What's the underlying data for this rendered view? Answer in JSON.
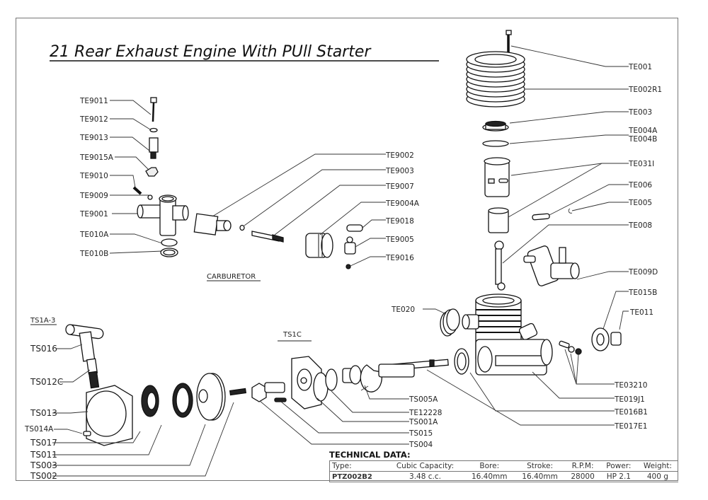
{
  "title": "21 Rear Exhaust Engine With  PUll Starter",
  "sections": {
    "carburetor": "CARBURETOR",
    "starter_a": "TS1A-3",
    "starter_c": "TS1C"
  },
  "labels": {
    "carburetor_parts": [
      "TE9011",
      "TE9012",
      "TE9013",
      "TE9015A",
      "TE9010",
      "TE9009",
      "TE9001",
      "TE010A",
      "TE010B"
    ],
    "carburetor_right": [
      "TE9002",
      "TE9003",
      "TE9007",
      "TE9004A",
      "TE9018",
      "TE9005",
      "TE9016"
    ],
    "engine_right": [
      "TE001",
      "TE002R1",
      "TE003",
      "TE004A",
      "TE004B",
      "TE031I",
      "TE006",
      "TE005",
      "TE008",
      "TE009D",
      "TE015B",
      "TE011"
    ],
    "engine_bottom": [
      "TE03210",
      "TE019J1",
      "TE016B1",
      "TE017E1"
    ],
    "engine_left": "TE020",
    "starter_left": [
      "TS016",
      "TS012C",
      "TS013",
      "TS014A",
      "TS017",
      "TS011",
      "TS003",
      "TS002"
    ],
    "starter_center": [
      "TS005A",
      "TE12228",
      "TS001A",
      "TS015",
      "TS004"
    ]
  },
  "technical_data": {
    "heading": "TECHNICAL DATA:",
    "headers": [
      "Type:",
      "Cubic Capacity:",
      "Bore:",
      "Stroke:",
      "R.P.M:",
      "Power:",
      "Weight:"
    ],
    "values": [
      "PTZ002B2",
      "3.48 c.c.",
      "16.40mm",
      "16.40mm",
      "28000",
      "HP 2.1",
      "400 g"
    ]
  }
}
